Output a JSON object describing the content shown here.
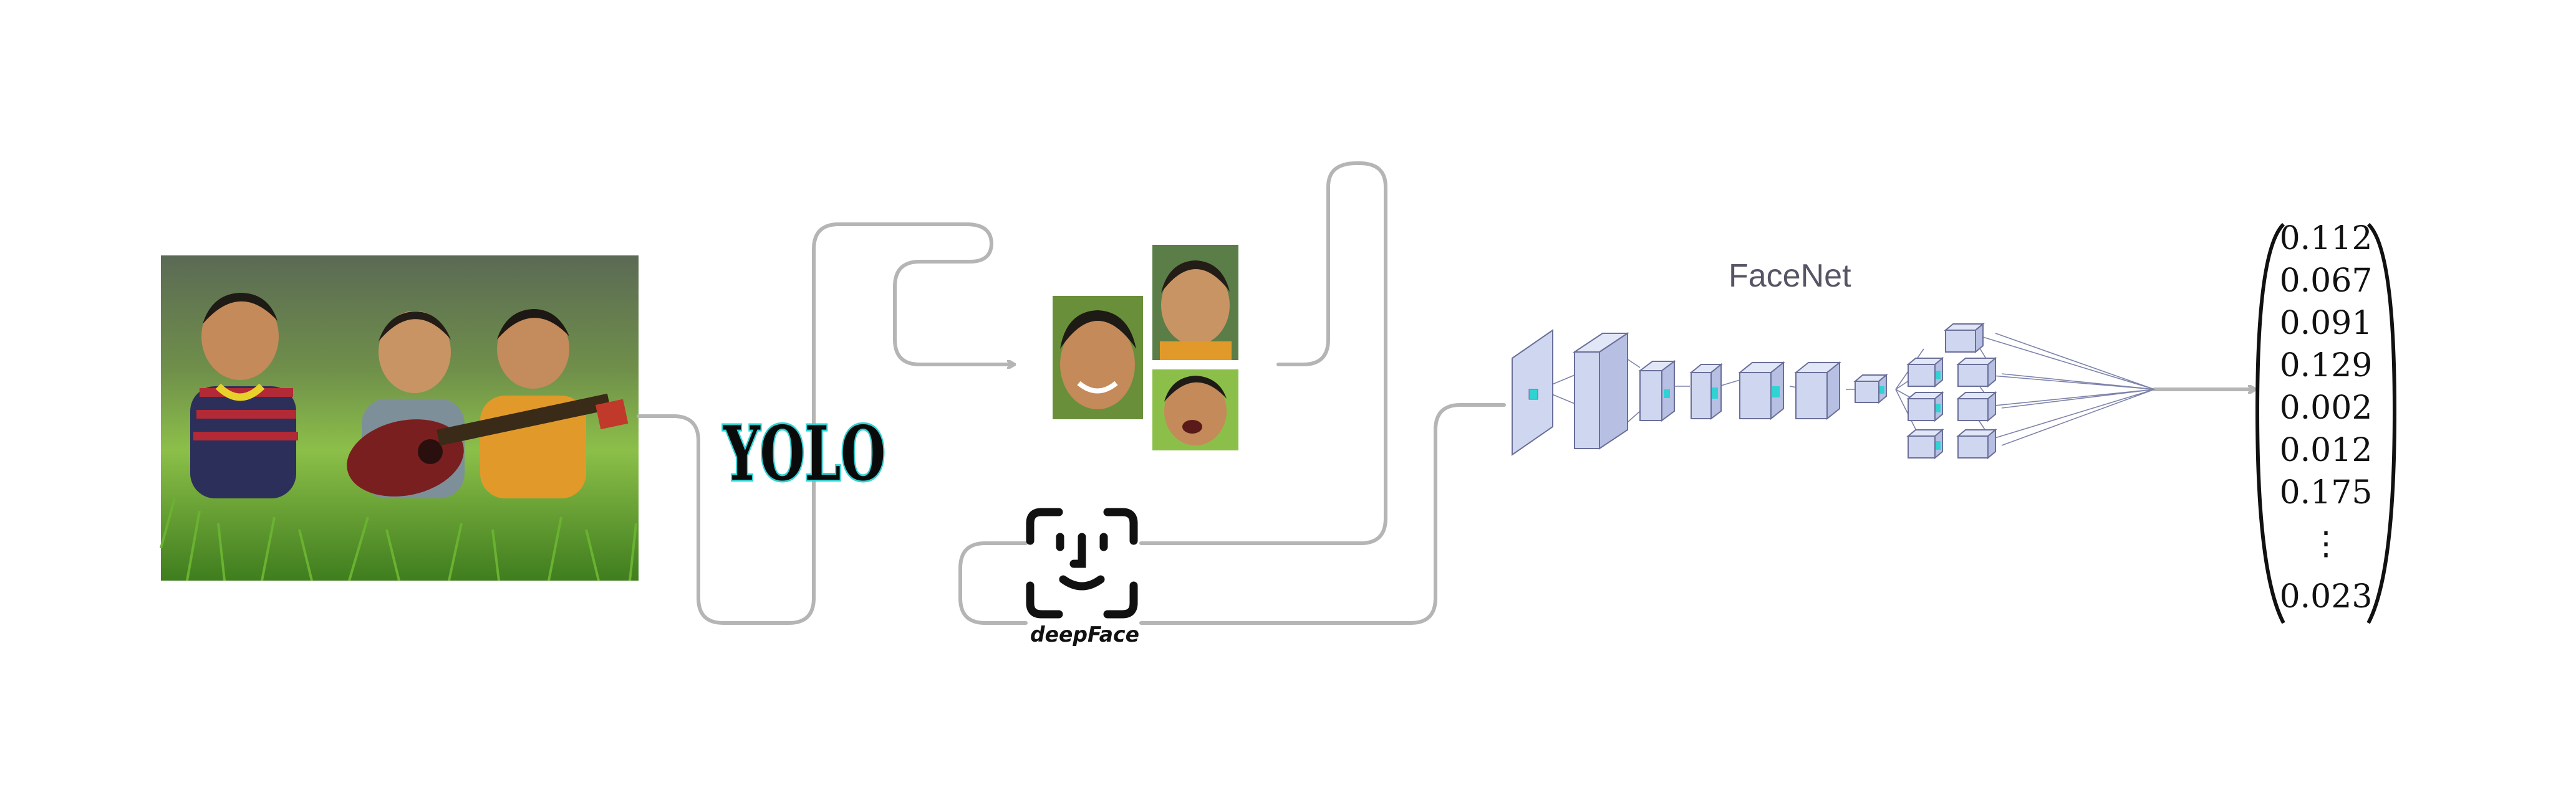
{
  "network": {
    "title": "FaceNet"
  },
  "deepface": {
    "label": "deepFace"
  },
  "yolo": {
    "label": "YOLO"
  },
  "embedding": {
    "values": [
      "0.112",
      "0.067",
      "0.091",
      "0.129",
      "0.002",
      "0.012",
      "0.175",
      "⋮",
      "0.023"
    ]
  },
  "colors": {
    "connector": "#b5b5b5",
    "accent_cyan": "#2fd3d3",
    "cube": "#cfd6ef"
  }
}
